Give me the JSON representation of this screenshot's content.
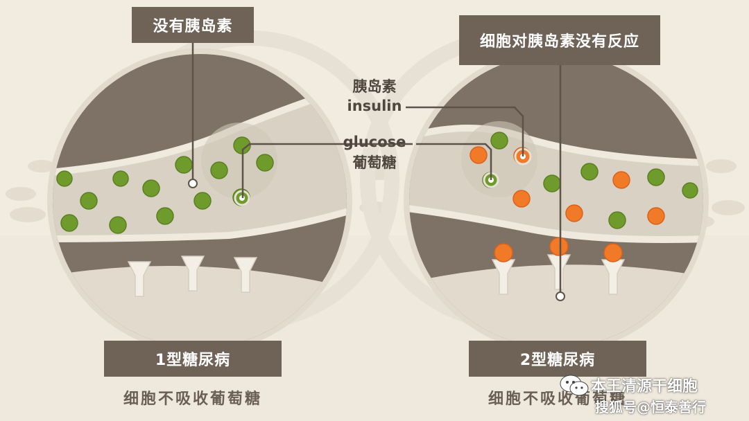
{
  "colors": {
    "background": "#efe8dc",
    "cell_dark": "#7e7165",
    "vessel_light": "#d9d2c4",
    "ring": "#e0d9cc",
    "glucose": "#6f9a2c",
    "insulin": "#f07a28",
    "receptor": "#f3efe7",
    "label_box": "#6f6358"
  },
  "left_panel": {
    "top_label": "没有胰岛素",
    "bottom_title": "1型糖尿病",
    "bottom_caption": "细胞不吸收葡萄糖"
  },
  "right_panel": {
    "top_label": "细胞对胰岛素没有反应",
    "bottom_title": "2型糖尿病",
    "bottom_caption": "细胞不吸收葡萄糖"
  },
  "center_labels": {
    "insulin_zh": "胰岛素",
    "insulin_en": "insulin",
    "glucose_en": "glucose",
    "glucose_zh": "葡萄糖"
  },
  "watermark": {
    "line1": "本王清源干细胞",
    "line2": "搜狐号@恒泰善行",
    "icon": "wechat-icon"
  }
}
